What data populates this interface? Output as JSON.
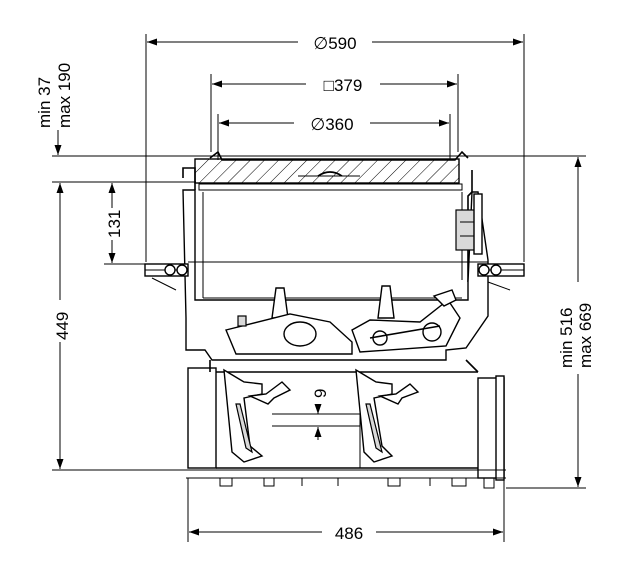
{
  "dimensions": {
    "top_diameter": "∅590",
    "grate_square": "□379",
    "grate_diameter": "∅360",
    "raise_min": "min 37",
    "raise_max": "max 190",
    "flange_depth": "131",
    "body_height": "449",
    "total_min": "min 516",
    "total_max": "max 669",
    "step": "9",
    "outlet_width": "486"
  },
  "colors": {
    "line": "#000000",
    "hatch": "#000000",
    "background": "#ffffff",
    "fill": "#d9d9d9"
  }
}
